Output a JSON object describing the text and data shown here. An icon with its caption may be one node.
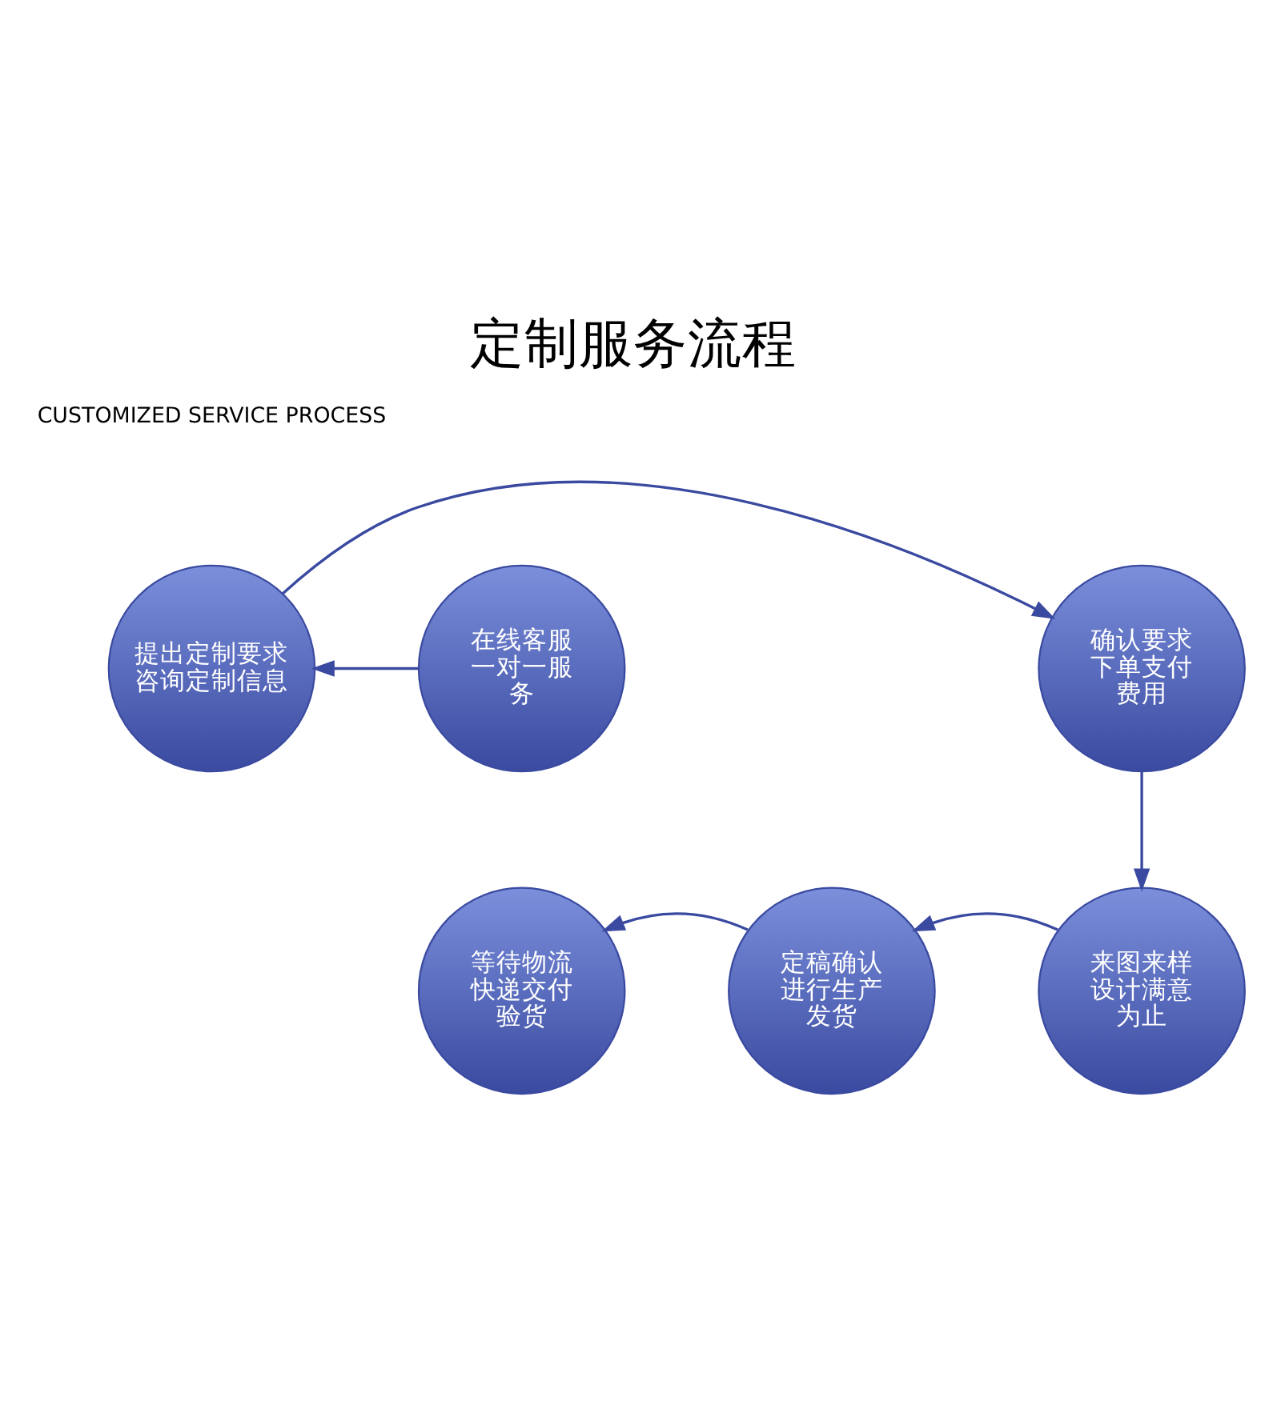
{
  "diagram": {
    "title": "定制服务流程",
    "nodes": [
      {
        "text": [
          "在线客服一对一服务"
        ]
      },
      {
        "text": [
          "提出定制要求咨询定制信息"
        ]
      },
      {
        "text": [
          "确认要求下单支付费用"
        ]
      },
      {
        "text": [
          "来图来样设计满意为止"
        ]
      },
      {
        "text": [
          "定稿确认进行生产发货"
        ]
      },
      {
        "text": [
          "等待物流快递交付验货"
        ]
      }
    ],
    "edges": [
      {
        "from": 0,
        "to": 1,
        "arrow": "to"
      },
      {
        "from": 1,
        "to": 2,
        "arrow": "to"
      },
      {
        "from": 2,
        "to": 3,
        "arrow": "to"
      },
      {
        "from": 3,
        "to": 4,
        "arrow": "to"
      },
      {
        "from": 4,
        "to": 5,
        "arrow": "to"
      }
    ],
    "labels": [
      "CUSTOMIZED SERVICE PROCESS"
    ]
  }
}
